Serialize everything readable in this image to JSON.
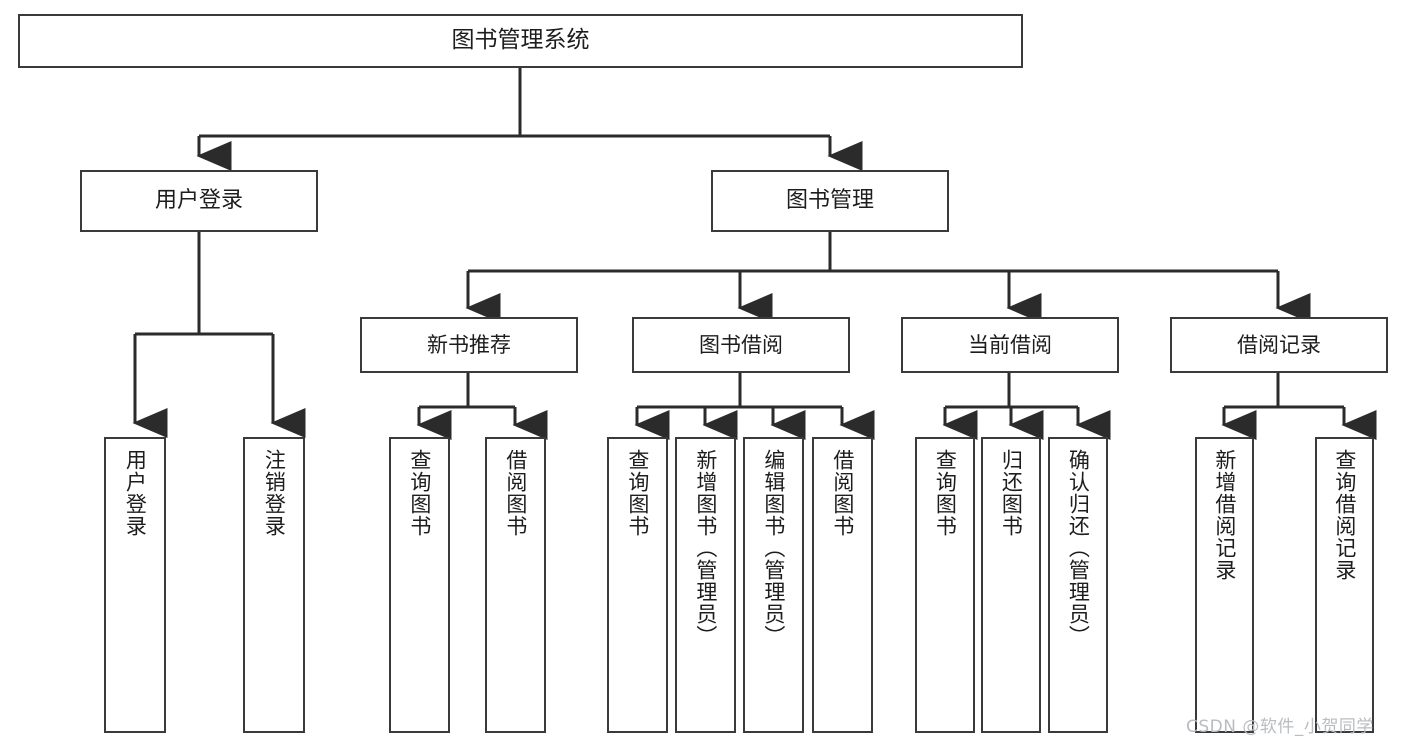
{
  "diagram": {
    "title": "图书管理系统",
    "type": "tree",
    "watermark": "CSDN @软件_小贺同学",
    "colors": {
      "background": "#ffffff",
      "box_border": "#3a3a3a",
      "box_fill": "#ffffff",
      "text": "#1d1d1d",
      "connector": "#2b2b2b",
      "watermark": "#b9bcc0"
    },
    "nodes": {
      "root": {
        "label": "图书管理系统"
      },
      "level2": [
        {
          "id": "user-login",
          "label": "用户登录"
        },
        {
          "id": "book-manage",
          "label": "图书管理"
        }
      ],
      "level3": [
        {
          "id": "new-book-recommend",
          "label": "新书推荐"
        },
        {
          "id": "book-borrow",
          "label": "图书借阅"
        },
        {
          "id": "current-borrow",
          "label": "当前借阅"
        },
        {
          "id": "borrow-record",
          "label": "借阅记录"
        }
      ],
      "leaves": {
        "user-login": [
          {
            "id": "leaf-user-login",
            "label": "用户登录"
          },
          {
            "id": "leaf-logout-login",
            "label": "注销登录"
          }
        ],
        "new-book-recommend": [
          {
            "id": "leaf-query-book-1",
            "label": "查询图书"
          },
          {
            "id": "leaf-borrow-book-1",
            "label": "借阅图书"
          }
        ],
        "book-borrow": [
          {
            "id": "leaf-query-book-2",
            "label": "查询图书"
          },
          {
            "id": "leaf-add-book-admin",
            "label": "新增图书（管理员）"
          },
          {
            "id": "leaf-edit-book-admin",
            "label": "编辑图书（管理员）"
          },
          {
            "id": "leaf-borrow-book-2",
            "label": "借阅图书"
          }
        ],
        "current-borrow": [
          {
            "id": "leaf-query-book-3",
            "label": "查询图书"
          },
          {
            "id": "leaf-return-book",
            "label": "归还图书"
          },
          {
            "id": "leaf-confirm-return-admin",
            "label": "确认归还（管理员）"
          }
        ],
        "borrow-record": [
          {
            "id": "leaf-add-borrow-record",
            "label": "新增借阅记录"
          },
          {
            "id": "leaf-query-borrow-record",
            "label": "查询借阅记录"
          }
        ]
      }
    }
  }
}
